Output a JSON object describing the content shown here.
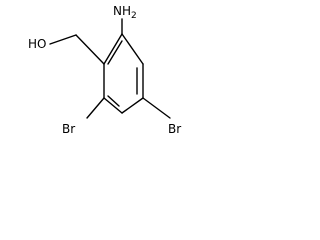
{
  "molecule": {
    "atoms": {
      "amino": {
        "element": "NH",
        "subscript": "2"
      },
      "hydroxyl": "HO",
      "bromine_left": "Br",
      "bromine_right": "Br"
    }
  }
}
